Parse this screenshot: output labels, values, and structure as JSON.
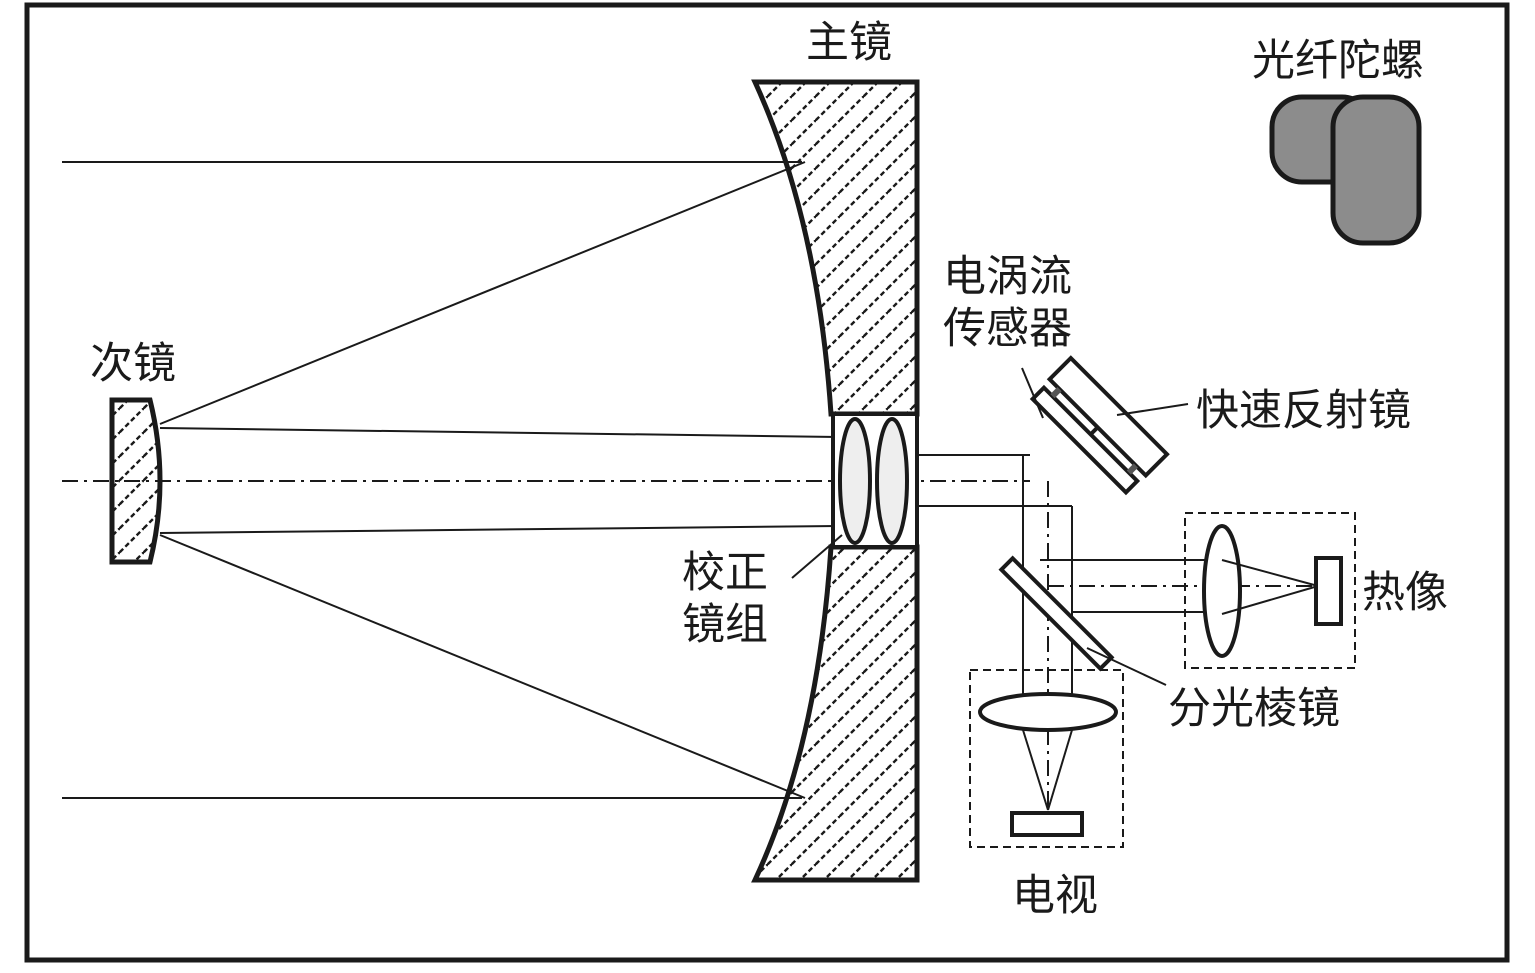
{
  "diagram": {
    "labels": {
      "primary_mirror": "主镜",
      "fiber_gyro": "光纤陀螺",
      "eddy_sensor_line1": "电涡流",
      "eddy_sensor_line2": "传感器",
      "fast_mirror": "快速反射镜",
      "secondary_mirror": "次镜",
      "corrector_line1": "校正",
      "corrector_line2": "镜组",
      "thermal": "热像",
      "beam_splitter": "分光棱镜",
      "tv": "电视"
    },
    "colors": {
      "line": "#1a1a1a",
      "gyro_fill": "#8c8c8c",
      "lens_fill": "#eeeeee",
      "background": "#ffffff"
    }
  }
}
